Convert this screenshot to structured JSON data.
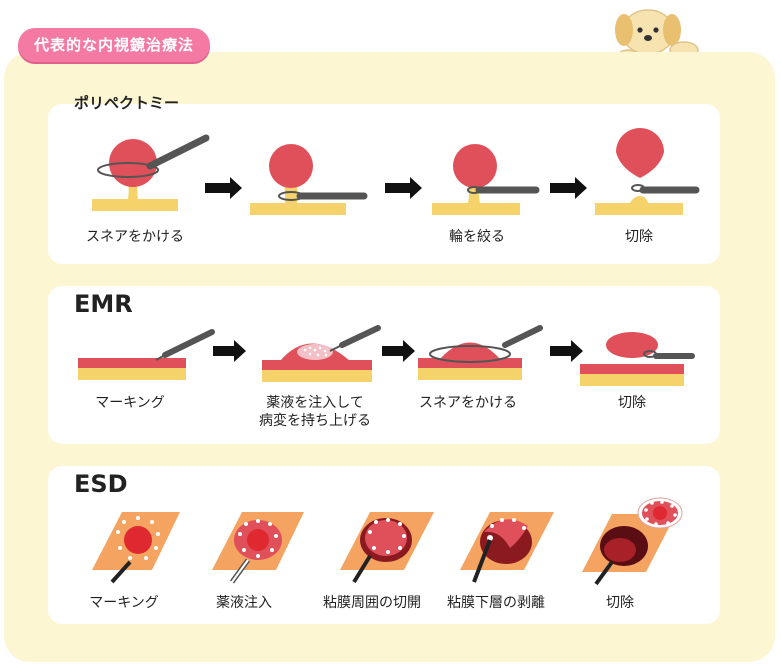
{
  "title": "代表的な内視鏡治療法",
  "sections": {
    "polypectomy": {
      "title": "ポリペクトミー",
      "steps": [
        "スネアをかける",
        "",
        "輪を絞る",
        "切除"
      ]
    },
    "emr": {
      "title": "EMR",
      "steps": [
        "マーキング",
        "薬液を注入して",
        "病変を持ち上げる",
        "スネアをかける",
        "切除"
      ]
    },
    "esd": {
      "title": "ESD",
      "steps": [
        "マーキング",
        "薬液注入",
        "粘膜周囲の切開",
        "粘膜下層の剥離",
        "切除"
      ]
    }
  },
  "colors": {
    "accent_pink": "#f47aa4",
    "background_cream": "#fdf6d3",
    "lesion_red": "#e0505a",
    "mucosa_yellow": "#f5d36a",
    "esd_orange": "#f4a460"
  },
  "icons": [
    "dog-mascot-icon",
    "right-arrow-icon",
    "snare-device-icon",
    "injection-needle-icon"
  ]
}
